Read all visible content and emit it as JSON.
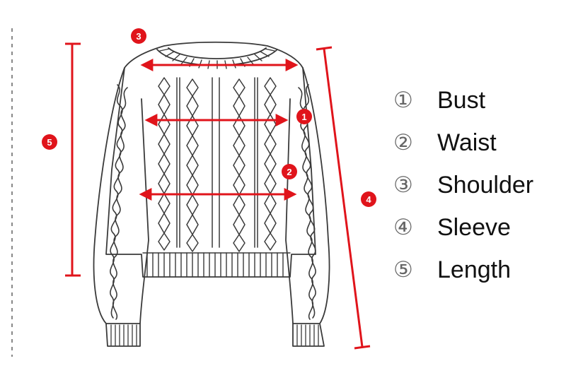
{
  "legend": {
    "items": [
      {
        "marker": "①",
        "label": "Bust"
      },
      {
        "marker": "②",
        "label": "Waist"
      },
      {
        "marker": "③",
        "label": "Shoulder"
      },
      {
        "marker": "④",
        "label": "Sleeve"
      },
      {
        "marker": "⑤",
        "label": "Length"
      }
    ]
  },
  "badges": {
    "bust": "1",
    "waist": "2",
    "shoulder": "3",
    "sleeve": "4",
    "length": "5"
  },
  "colors": {
    "measure": "#e0141b",
    "outline": "#3a3a3a",
    "dashed_line": "#888888"
  }
}
